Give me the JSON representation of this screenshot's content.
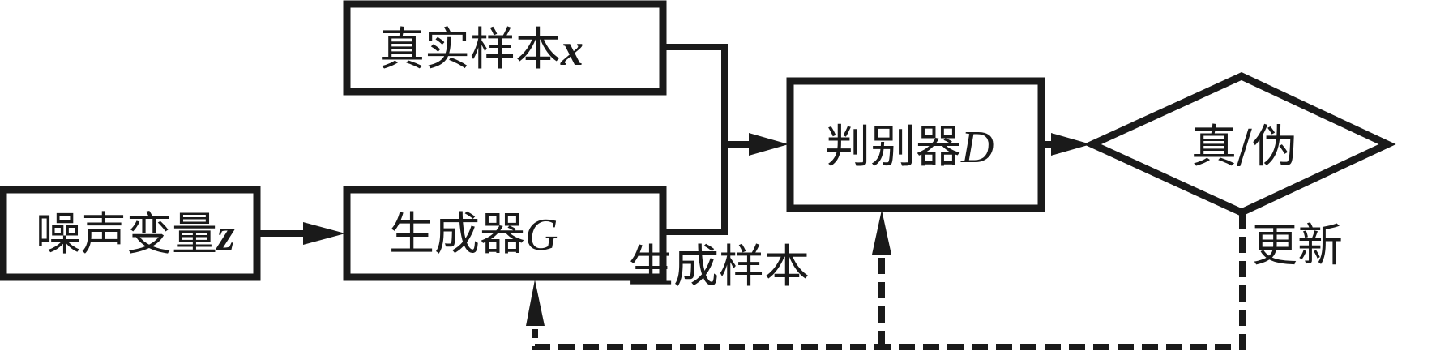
{
  "diagram": {
    "nodes": {
      "noise": {
        "label": "噪声变量",
        "var": "z",
        "shape": "rectangle"
      },
      "real": {
        "label": "真实样本",
        "var": "x",
        "shape": "rectangle"
      },
      "generator": {
        "label": "生成器",
        "var": "G",
        "shape": "rectangle"
      },
      "discriminator": {
        "label": "判别器",
        "var": "D",
        "shape": "rectangle"
      },
      "decision": {
        "label": "真/伪",
        "shape": "diamond"
      }
    },
    "edge_labels": {
      "generated_samples": "生成样本",
      "update": "更新"
    },
    "edges": [
      {
        "from": "noise",
        "to": "generator",
        "style": "solid"
      },
      {
        "from": "real",
        "to": "discriminator",
        "style": "solid"
      },
      {
        "from": "generator",
        "to": "discriminator",
        "style": "solid",
        "label": "生成样本"
      },
      {
        "from": "discriminator",
        "to": "decision",
        "style": "solid"
      },
      {
        "from": "decision",
        "to": "discriminator",
        "style": "dashed",
        "label": "更新"
      },
      {
        "from": "decision",
        "to": "generator",
        "style": "dashed",
        "label": "更新"
      }
    ]
  }
}
